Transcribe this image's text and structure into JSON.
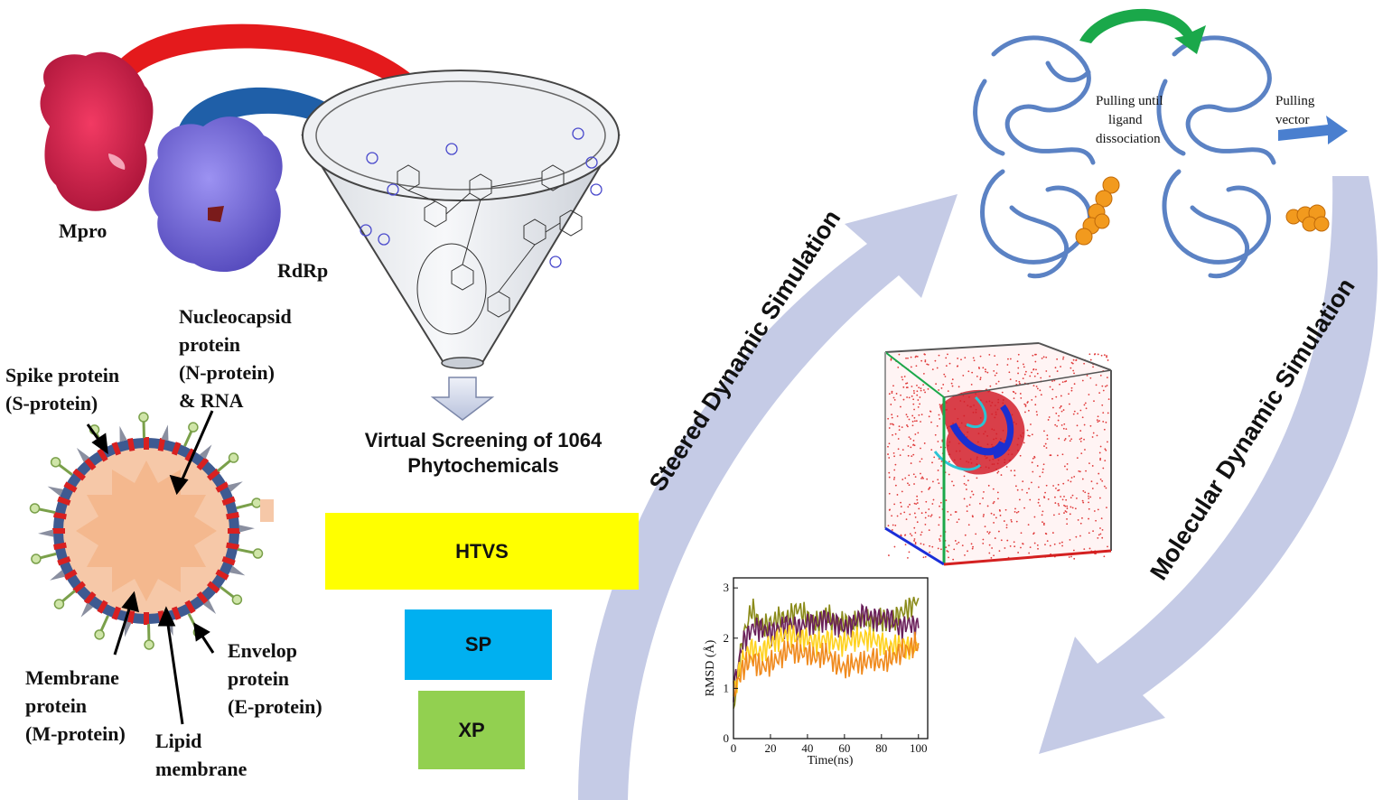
{
  "targets": {
    "mpro": "Mpro",
    "rdrp": "RdRp"
  },
  "virus": {
    "nucleocapsid": [
      "Nucleocapsid",
      "protein",
      "(N-protein)",
      "& RNA"
    ],
    "spike": [
      "Spike protein",
      "(S-protein)"
    ],
    "membrane": [
      "Membrane",
      "protein",
      "(M-protein)"
    ],
    "lipid": [
      "Lipid",
      "membrane"
    ],
    "envelop": [
      "Envelop",
      "protein",
      "(E-protein)"
    ]
  },
  "screening": {
    "title_line1": "Virtual Screening of 1064",
    "title_line2": "Phytochemicals",
    "stages": [
      {
        "label": "HTVS",
        "color": "#ffff00"
      },
      {
        "label": "SP",
        "color": "#00b0f0"
      },
      {
        "label": "XP",
        "color": "#92d050"
      }
    ]
  },
  "steered": {
    "title": "Steered Dynamic Simulation",
    "pull_text": [
      "Pulling until",
      "ligand",
      "dissociation"
    ],
    "vector_text": [
      "Pulling",
      "vector"
    ]
  },
  "molecular": {
    "title": "Molecular Dynamic Simulation"
  },
  "colors": {
    "mpro": "#d91c4a",
    "rdrp": "#7b6fe0",
    "red_arrow": "#e41a1c",
    "blue_arrow": "#1f5fa8",
    "green_arrow": "#1aa84a",
    "cycle_arrow": "#c5cbe6",
    "protein": "#5b82c4",
    "ligand": "#f29a1e"
  },
  "chart_data": {
    "type": "line",
    "xlabel": "Time(ns)",
    "ylabel": "RMSD (Å)",
    "xlim": [
      0,
      105
    ],
    "ylim": [
      0,
      3.2
    ],
    "xticks": [
      0,
      20,
      40,
      60,
      80,
      100
    ],
    "yticks": [
      0,
      1,
      2,
      3
    ],
    "x": [
      0,
      5,
      10,
      15,
      20,
      25,
      30,
      35,
      40,
      45,
      50,
      55,
      60,
      65,
      70,
      75,
      80,
      85,
      90,
      95,
      100
    ],
    "series": [
      {
        "color": "#8b8b1a",
        "values": [
          0.6,
          2.0,
          2.6,
          2.2,
          2.3,
          2.4,
          2.4,
          2.6,
          2.4,
          2.3,
          2.5,
          2.3,
          2.3,
          2.3,
          2.4,
          2.3,
          2.4,
          2.3,
          2.5,
          2.6,
          2.8
        ]
      },
      {
        "color": "#6a1f5a",
        "values": [
          1.0,
          1.9,
          2.2,
          2.2,
          2.1,
          2.2,
          2.3,
          2.2,
          2.3,
          2.3,
          2.4,
          2.3,
          2.2,
          2.3,
          2.5,
          2.4,
          2.4,
          2.4,
          2.2,
          2.3,
          2.2
        ]
      },
      {
        "color": "#ffd21f",
        "values": [
          0.9,
          1.6,
          1.8,
          1.7,
          1.9,
          2.0,
          2.1,
          2.0,
          2.0,
          1.9,
          2.0,
          1.9,
          1.9,
          2.0,
          2.0,
          2.0,
          1.9,
          1.8,
          1.9,
          1.8,
          1.8
        ]
      },
      {
        "color": "#f08a1d",
        "values": [
          0.9,
          1.4,
          1.6,
          1.4,
          1.5,
          1.6,
          1.8,
          1.7,
          1.7,
          1.6,
          1.7,
          1.5,
          1.4,
          1.5,
          1.5,
          1.6,
          1.5,
          1.6,
          1.7,
          1.8,
          1.9
        ]
      }
    ]
  }
}
